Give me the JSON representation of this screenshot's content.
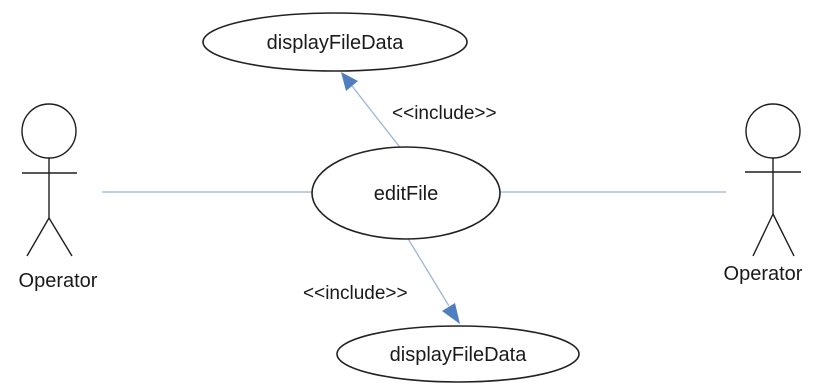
{
  "diagram": {
    "type": "uml-use-case",
    "colors": {
      "background": "#ffffff",
      "outline": "#222222",
      "association_line": "#a9bfd8",
      "include_line": "#9cb7d6",
      "arrowhead": "#4f7fc0"
    },
    "actors": [
      {
        "name": "Operator"
      },
      {
        "name": "Operator"
      }
    ],
    "use_cases": {
      "top": "displayFileData",
      "center": "editFile",
      "bottom": "displayFileData"
    },
    "relationships": {
      "include_top": "<<include>>",
      "include_bottom": "<<include>>"
    }
  }
}
